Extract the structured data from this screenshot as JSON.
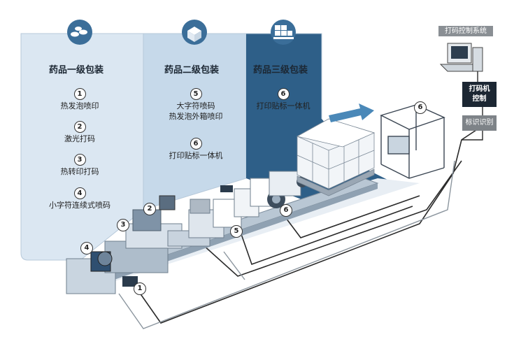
{
  "stages": [
    {
      "title": "药品一级包装",
      "icon": "pills-icon",
      "items": [
        {
          "num": "1",
          "text": "热发泡喷印"
        },
        {
          "num": "2",
          "text": "激光打码"
        },
        {
          "num": "3",
          "text": "热转印打码"
        },
        {
          "num": "4",
          "text": "小字符连续式喷码"
        }
      ]
    },
    {
      "title": "药品二级包装",
      "icon": "box-icon",
      "items": [
        {
          "num": "5",
          "text1": "大字符喷码",
          "text2": "热发泡外箱喷印"
        },
        {
          "num": "6",
          "text": "打印贴标一体机"
        }
      ]
    },
    {
      "title": "药品三级包装",
      "icon": "pallet-icon",
      "items": [
        {
          "num": "6",
          "text": "打印贴标一体机"
        }
      ]
    }
  ],
  "system": {
    "label": "打码控制系统",
    "control_label1": "打码机",
    "control_label2": "控制",
    "identify_label": "标识识别"
  },
  "callouts": [
    "1",
    "2",
    "3",
    "4",
    "5",
    "6",
    "6"
  ],
  "colors": {
    "panel_light": "#dbe7f2",
    "panel_mid": "#c2d6e8",
    "panel_dark": "#2e5f88",
    "icon_circle": "#3b6e99",
    "arrow": "#4a88b8"
  }
}
